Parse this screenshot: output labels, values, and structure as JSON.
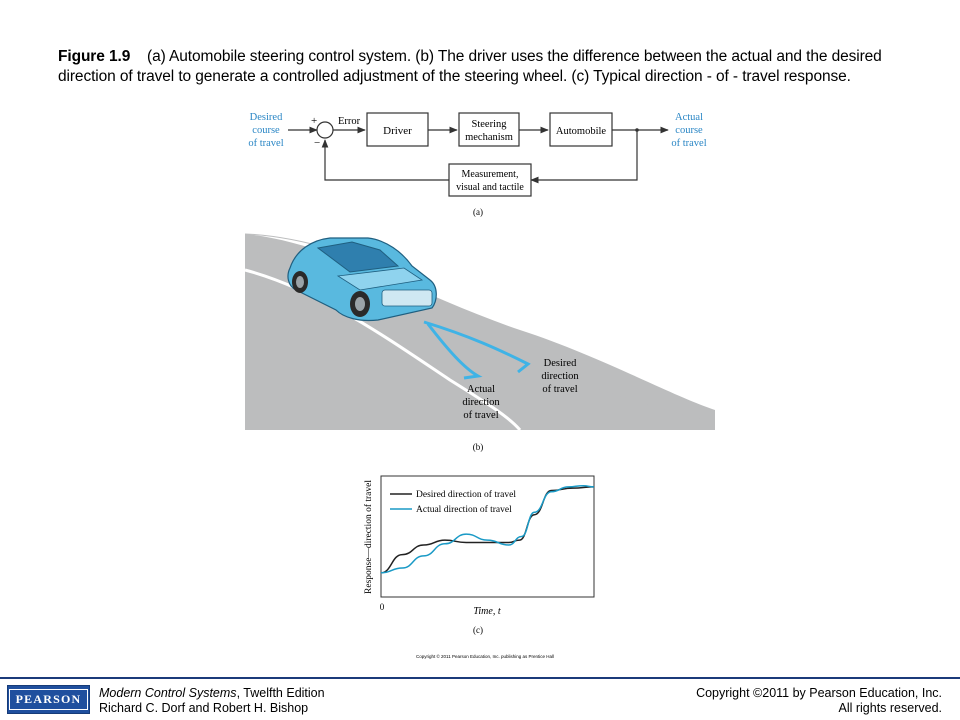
{
  "caption": {
    "figure_label": "Figure 1.9",
    "text": "(a) Automobile steering control system. (b) The driver uses the difference between the actual and the desired direction of travel to generate a controlled adjustment of the steering wheel. (c) Typical direction - of - travel response."
  },
  "diagram_a": {
    "input_label": [
      "Desired",
      "course",
      "of travel"
    ],
    "output_label": [
      "Actual",
      "course",
      "of travel"
    ],
    "plus_sign": "+",
    "minus_sign": "−",
    "error_label": "Error",
    "blocks": {
      "driver": "Driver",
      "steering": [
        "Steering",
        "mechanism"
      ],
      "automobile": "Automobile",
      "measurement": [
        "Measurement,",
        "visual and tactile"
      ]
    },
    "panel_label": "(a)",
    "colors": {
      "signal_text": "#2a86c5",
      "block_stroke": "#333333"
    }
  },
  "illustration_b": {
    "desired_label": [
      "Desired",
      "direction",
      "of travel"
    ],
    "actual_label": [
      "Actual",
      "direction",
      "of travel"
    ],
    "panel_label": "(b)",
    "colors": {
      "road": "#b9babb",
      "car": "#56b8de",
      "arrow": "#3fb3e6"
    }
  },
  "chart_data": {
    "type": "line",
    "title": "",
    "xlabel": "Time, t",
    "ylabel": "Response—direction of travel",
    "origin_label": "0",
    "grid": false,
    "legend_position": "top-left",
    "series": [
      {
        "name": "Desired direction of travel",
        "color": "#222222",
        "points": [
          [
            0,
            0.8
          ],
          [
            0.1,
            0.65
          ],
          [
            0.2,
            0.57
          ],
          [
            0.3,
            0.53
          ],
          [
            0.4,
            0.55
          ],
          [
            0.5,
            0.55
          ],
          [
            0.6,
            0.55
          ],
          [
            0.65,
            0.53
          ],
          [
            0.72,
            0.32
          ],
          [
            0.8,
            0.12
          ],
          [
            0.9,
            0.1
          ],
          [
            1.0,
            0.09
          ]
        ]
      },
      {
        "name": "Actual direction of travel",
        "color": "#1a9ac6",
        "points": [
          [
            0,
            0.8
          ],
          [
            0.1,
            0.76
          ],
          [
            0.2,
            0.66
          ],
          [
            0.3,
            0.56
          ],
          [
            0.4,
            0.48
          ],
          [
            0.5,
            0.53
          ],
          [
            0.6,
            0.57
          ],
          [
            0.66,
            0.5
          ],
          [
            0.72,
            0.3
          ],
          [
            0.8,
            0.13
          ],
          [
            0.88,
            0.09
          ],
          [
            0.95,
            0.08
          ],
          [
            1.0,
            0.09
          ]
        ]
      }
    ],
    "panel_label": "(c)"
  },
  "copyright_small": "Copyright © 2011 Pearson Education, Inc. publishing as Prentice Hall",
  "footer": {
    "logo_text": "PEARSON",
    "book_title": "Modern Control Systems",
    "edition": ", Twelfth Edition",
    "authors": "Richard C. Dorf and Robert H. Bishop",
    "copyright": "Copyright ©2011 by Pearson Education, Inc.",
    "rights": "All rights reserved."
  }
}
